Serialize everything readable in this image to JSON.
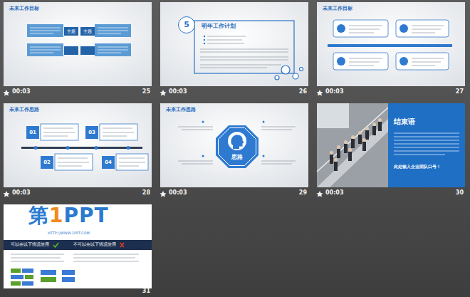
{
  "diagram": {
    "nodes": [
      {
        "text": [
          "未来工作目标"
        ]
      },
      {
        "text": [
          "主题"
        ],
        "in": 0
      },
      {
        "text": [
          "主题"
        ],
        "in": 0
      },
      {
        "text": [
          "明年工作计划"
        ]
      },
      {
        "text": [
          "5"
        ],
        "in": 3
      },
      {
        "text": [
          "未来工作目标"
        ]
      },
      {
        "text": [
          "未来工作思路"
        ]
      },
      {
        "text": [
          "01"
        ],
        "in": 6
      },
      {
        "text": [
          "02"
        ],
        "in": 6
      },
      {
        "text": [
          "03"
        ],
        "in": 6
      },
      {
        "text": [
          "04"
        ],
        "in": 6
      },
      {
        "text": [
          "未来工作思路"
        ]
      },
      {
        "text": [
          "思路"
        ],
        "in": 11
      },
      {
        "text": [
          "结束语",
          "此处输入企业团队口号！"
        ]
      },
      {
        "text": [
          "第1PPT",
          "HTTP://WWW.1PPT.COM"
        ]
      },
      {
        "text": [
          "可以在以下情况使用",
          "不可以在以下情况使用"
        ],
        "in": 14
      }
    ],
    "labels": [
      "00:03",
      "25",
      "00:03",
      "26",
      "00:03",
      "27",
      "00:03",
      "28",
      "00:03",
      "29",
      "00:03",
      "30",
      "31"
    ]
  }
}
